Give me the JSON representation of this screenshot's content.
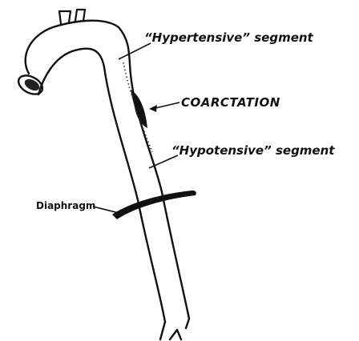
{
  "labels": {
    "hypertensive": "“Hypertensive” segment",
    "coarctation": "COARCTATION",
    "hypotensive": "“Hypotensive” segment",
    "diaphragm": "Diaphragm"
  },
  "colors": {
    "ink": "#111111",
    "background": "#ffffff"
  }
}
